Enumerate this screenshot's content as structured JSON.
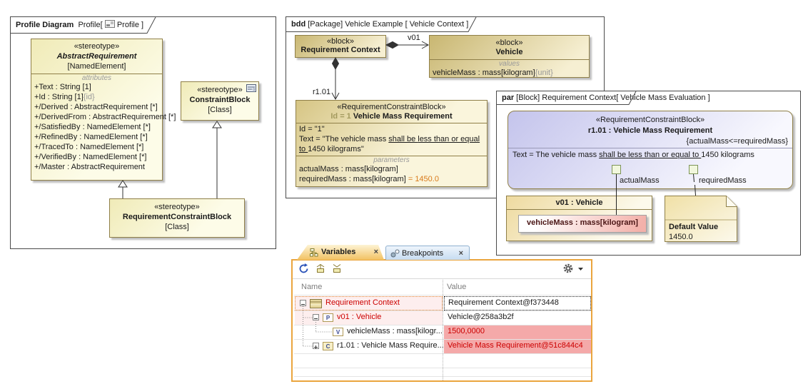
{
  "colors": {
    "panel_border": "#eaa53e",
    "debug_red": "#cc0000",
    "debug_pink": "#f4a9a9",
    "box_border": "#8f7f48",
    "lavender": "#c4c4ec",
    "khaki": "#c9b772",
    "orange_value": "#d97a1a"
  },
  "profile": {
    "tab": {
      "bold": "Profile Diagram",
      "mid": "Profile[",
      "end": "Profile ]"
    },
    "abstract_requirement": {
      "stereotype": "«stereotype»",
      "name": "AbstractRequirement",
      "metaclass": "[NamedElement]",
      "attributes_label": "attributes",
      "attributes": [
        {
          "text": "+Text : String [1]",
          "suffix": ""
        },
        {
          "text": "+Id : String [1]",
          "suffix": "{id}"
        },
        {
          "text": "+/Derived : AbstractRequirement [*]",
          "suffix": ""
        },
        {
          "text": "+/DerivedFrom : AbstractRequirement [*]",
          "suffix": ""
        },
        {
          "text": "+/SatisfiedBy : NamedElement [*]",
          "suffix": ""
        },
        {
          "text": "+/RefinedBy : NamedElement [*]",
          "suffix": ""
        },
        {
          "text": "+/TracedTo : NamedElement [*]",
          "suffix": ""
        },
        {
          "text": "+/VerifiedBy : NamedElement [*]",
          "suffix": ""
        },
        {
          "text": "+/Master : AbstractRequirement",
          "suffix": ""
        }
      ]
    },
    "constraint_block": {
      "stereotype": "«stereotype»",
      "name": "ConstraintBlock",
      "metaclass": "[Class]"
    },
    "requirement_constraint_block": {
      "stereotype": "«stereotype»",
      "name": "RequirementConstraintBlock",
      "metaclass": "[Class]"
    }
  },
  "bdd": {
    "tab": {
      "bold": "bdd",
      "rest": " [Package] Vehicle Example [ Vehicle Context ]"
    },
    "requirement_context": {
      "stereotype": "«block»",
      "name": "Requirement Context"
    },
    "vehicle": {
      "stereotype": "«block»",
      "name": "Vehicle",
      "values_label": "values",
      "value_text": "vehicleMass : mass[kilogram]",
      "value_suffix": "{unit}"
    },
    "labels": {
      "v01": "v01",
      "r101": "r1.01"
    },
    "vmr": {
      "stereotype": "«RequirementConstraintBlock»",
      "id_prefix": "Id = 1",
      "name": "Vehicle Mass Requirement",
      "id_line": "Id = \"1\"",
      "text_prefix": "Text = \"The vehicle mass ",
      "underline1": "shall be ",
      "underline2": "less than or equal to ",
      "text_suffix": " 1450 kilograms\"",
      "parameters_label": "parameters",
      "param1": "actualMass : mass[kilogram]",
      "param2": "requiredMass : mass[kilogram]",
      "param2_value": " = 1450.0"
    }
  },
  "par": {
    "tab": {
      "bold": "par",
      "rest": " [Block] Requirement Context[ Vehicle Mass Evaluation ]"
    },
    "constraint": {
      "stereotype": "«RequirementConstraintBlock»",
      "name": "r1.01 : Vehicle Mass Requirement",
      "expression": "{actualMass<=requiredMass}",
      "text_prefix": "Text = The vehicle mass ",
      "underline1": "shall be ",
      "underline2": "less than or equal to ",
      "text_suffix": " 1450 kilograms"
    },
    "ports": {
      "actual": "actualMass",
      "required": "requiredMass"
    },
    "vehicle_part": {
      "name": "v01 : Vehicle",
      "value": "vehicleMass : mass[kilogram]"
    },
    "note": {
      "title": "Default Value",
      "value": "1450.0"
    }
  },
  "panel": {
    "tabs": [
      {
        "label": "Variables",
        "close": "×"
      },
      {
        "label": "Breakpoints",
        "close": "×"
      }
    ],
    "columns": [
      "Name",
      "Value"
    ],
    "rows": [
      {
        "icon_letter": "",
        "name": "Requirement Context",
        "value": "Requirement Context@f373448"
      },
      {
        "icon_letter": "P",
        "name": "v01 : Vehicle",
        "value": "Vehicle@258a3b2f"
      },
      {
        "icon_letter": "V",
        "name": "vehicleMass : mass[kilogr...",
        "value": "1500,0000"
      },
      {
        "icon_letter": "C",
        "name": "r1.01 : Vehicle Mass Require...",
        "value": "Vehicle Mass Requirement@51c844c4"
      }
    ]
  }
}
